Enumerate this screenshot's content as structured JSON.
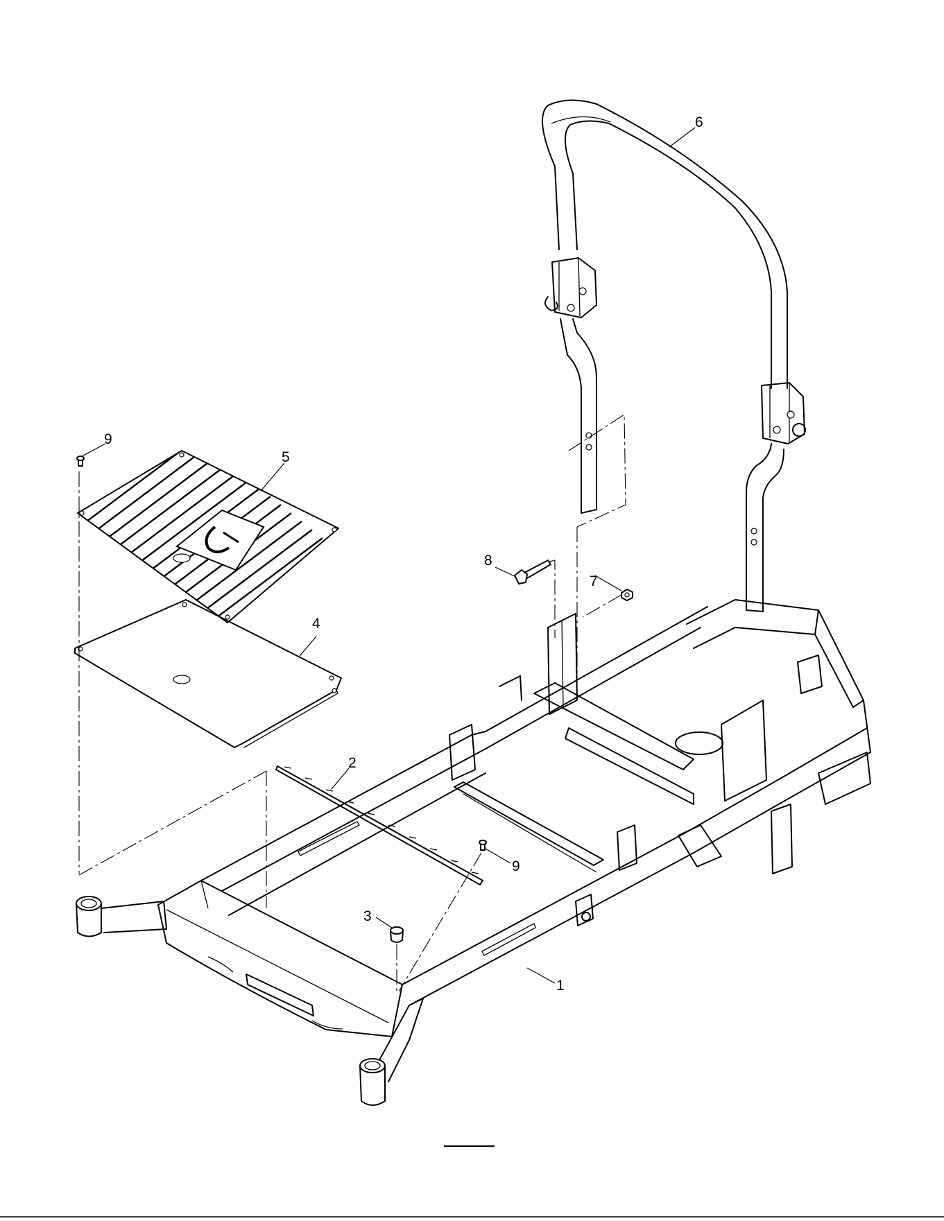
{
  "callouts": {
    "c1": "1",
    "c2": "2",
    "c3": "3",
    "c4": "4",
    "c5": "5",
    "c6": "6",
    "c7": "7",
    "c8": "8",
    "c9_top": "9",
    "c9_mid": "9"
  },
  "icons": [
    "brand-logo-icon"
  ]
}
